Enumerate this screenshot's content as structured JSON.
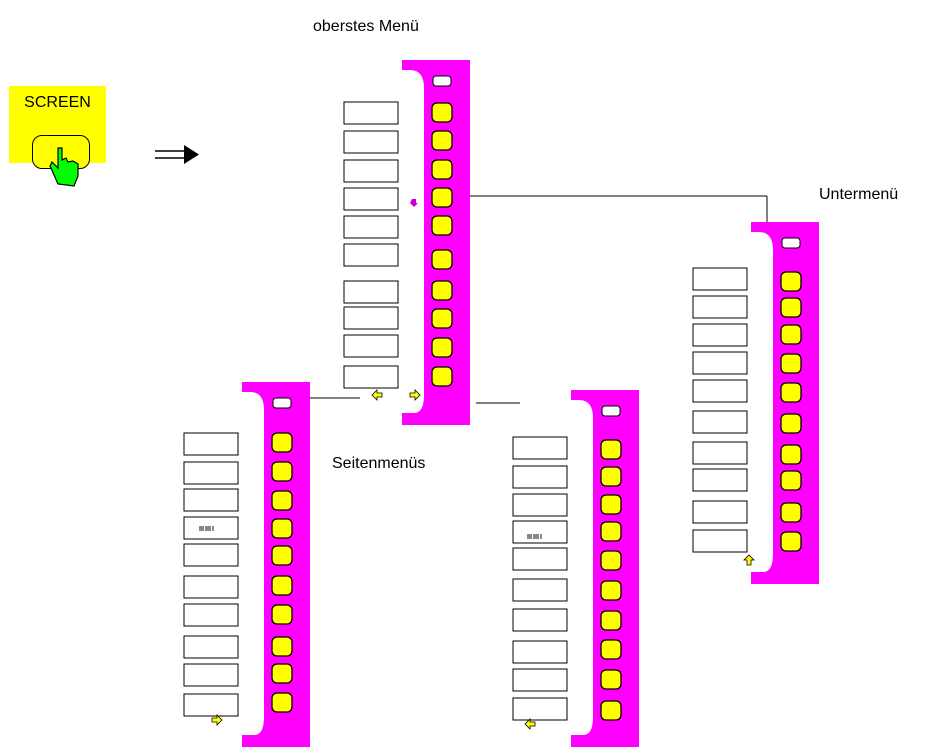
{
  "labels": {
    "top_menu": "oberstes Menü",
    "sub_menu": "Untermenü",
    "side_menus": "Seitenmenüs",
    "screen_key": "SCREEN"
  },
  "colors": {
    "panel": "#ff00ff",
    "softkey": "#ffff00",
    "screen_key_bg": "#ffff00",
    "hand": "#00ff00"
  },
  "icons": {
    "arrow": "double-arrow-right-icon",
    "hand": "pointing-hand-icon"
  }
}
